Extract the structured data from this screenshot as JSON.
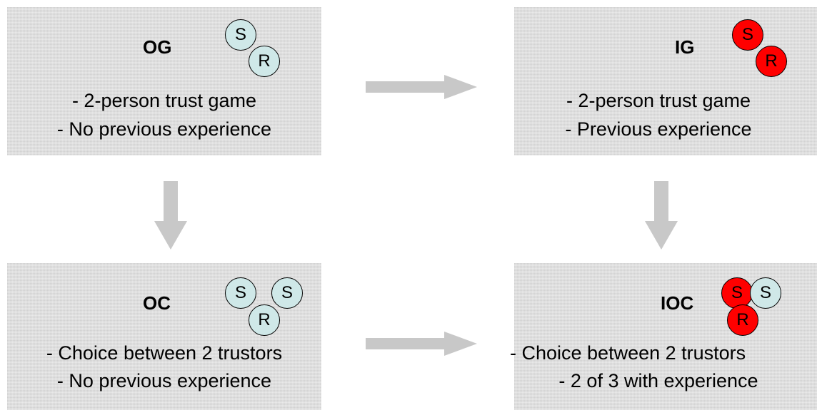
{
  "colors": {
    "box_fill": "#dddddd",
    "circle_plain": "#cfe8e8",
    "circle_experienced": "#ff0000",
    "arrow": "#c8c8c8"
  },
  "boxes": {
    "og": {
      "title": "OG",
      "line1": "- 2-person trust game",
      "line2": "- No previous experience",
      "circles": [
        {
          "label": "S",
          "experienced": false
        },
        {
          "label": "R",
          "experienced": false
        }
      ]
    },
    "ig": {
      "title": "IG",
      "line1": "- 2-person trust game",
      "line2": "- Previous experience",
      "circles": [
        {
          "label": "S",
          "experienced": true
        },
        {
          "label": "R",
          "experienced": true
        }
      ]
    },
    "oc": {
      "title": "OC",
      "line1": "- Choice between 2 trustors",
      "line2": "- No previous experience",
      "circles": [
        {
          "label": "S",
          "experienced": false
        },
        {
          "label": "S",
          "experienced": false
        },
        {
          "label": "R",
          "experienced": false
        }
      ]
    },
    "ioc": {
      "title": "IOC",
      "line1": "- Choice between 2 trustors",
      "line2": "- 2 of 3 with experience",
      "circles": [
        {
          "label": "S",
          "experienced": true
        },
        {
          "label": "S",
          "experienced": false
        },
        {
          "label": "R",
          "experienced": true
        }
      ]
    }
  },
  "arrows": [
    {
      "from": "OG",
      "to": "IG",
      "direction": "right"
    },
    {
      "from": "OG",
      "to": "OC",
      "direction": "down"
    },
    {
      "from": "IG",
      "to": "IOC",
      "direction": "down"
    },
    {
      "from": "OC",
      "to": "IOC",
      "direction": "right"
    }
  ]
}
